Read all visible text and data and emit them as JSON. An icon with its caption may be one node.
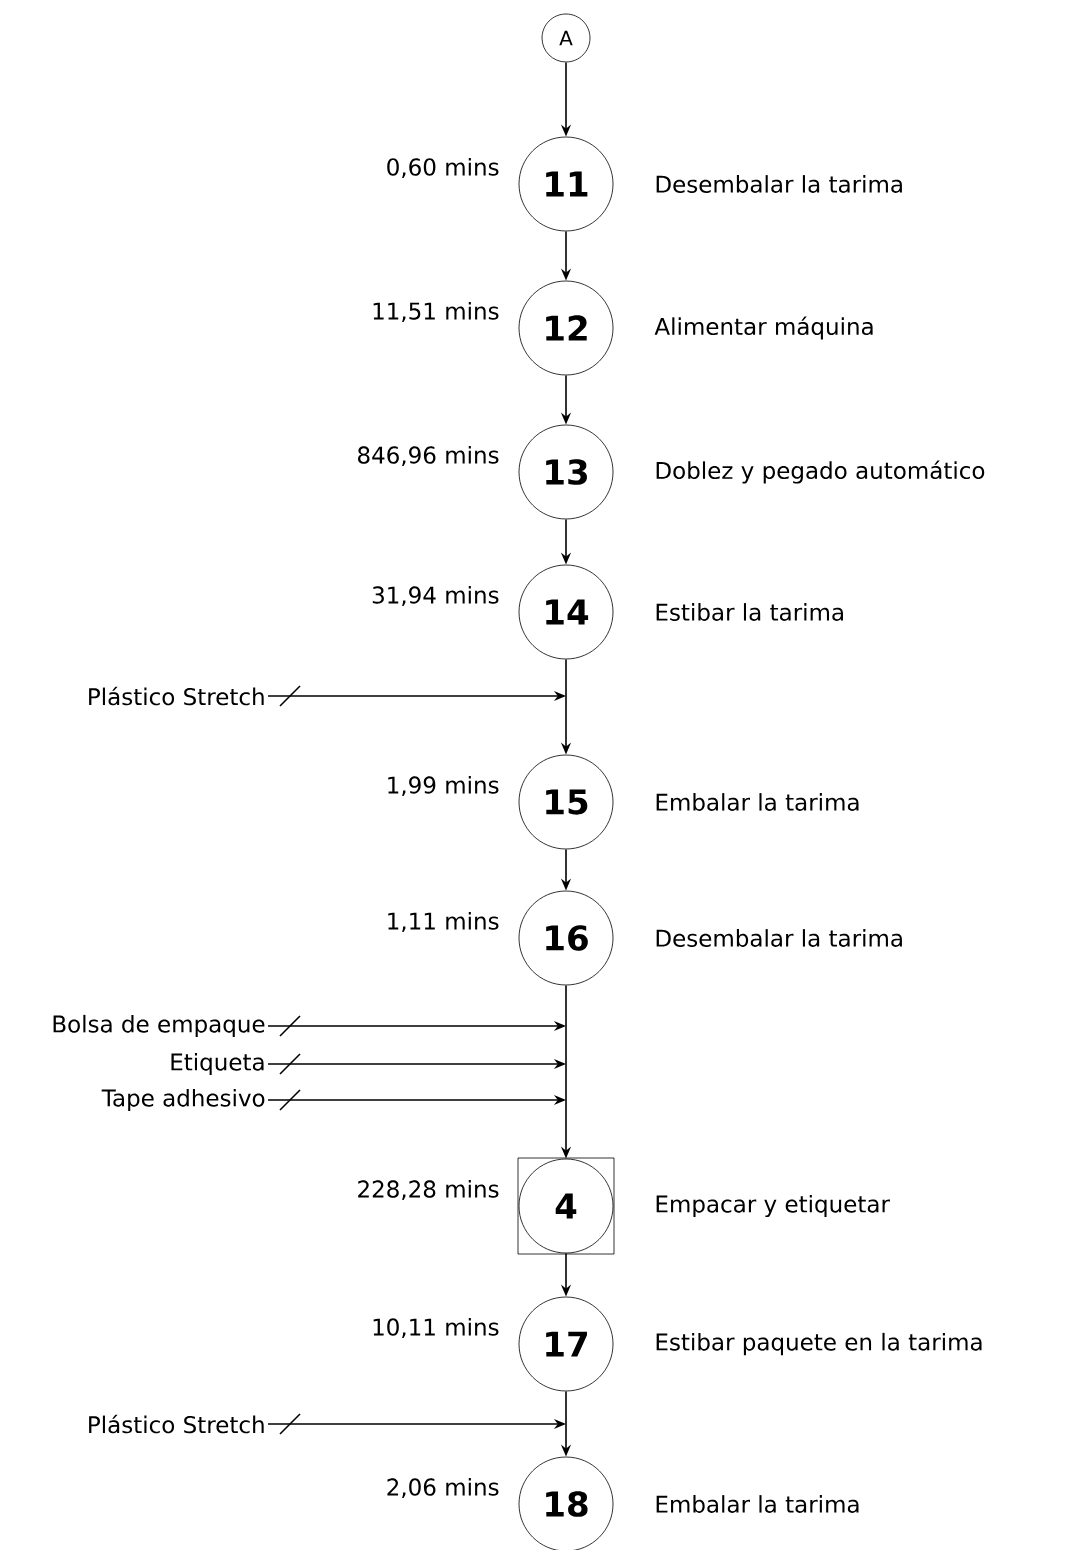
{
  "diagram": {
    "nodes": [
      {
        "text": [
          "A"
        ]
      },
      {
        "text": [
          "11"
        ],
        "beside": [
          "0,60 mins",
          "Desembalar la tarima"
        ]
      },
      {
        "text": [
          "12"
        ],
        "beside": [
          "11,51 mins",
          "Alimentar máquina"
        ]
      },
      {
        "text": [
          "13"
        ],
        "beside": [
          "846,96 mins",
          "Doblez y pegado automático"
        ]
      },
      {
        "text": [
          "14"
        ],
        "beside": [
          "31,94 mins",
          "Estibar la tarima"
        ]
      },
      {
        "text": [
          "Plástico Stretch"
        ]
      },
      {
        "text": [
          "15"
        ],
        "beside": [
          "1,99 mins",
          "Embalar la tarima"
        ]
      },
      {
        "text": [
          "16"
        ],
        "beside": [
          "1,11 mins",
          "Desembalar la tarima"
        ]
      },
      {
        "text": [
          "Bolsa de empaque"
        ]
      },
      {
        "text": [
          "Etiqueta"
        ]
      },
      {
        "text": [
          "Tape adhesivo"
        ]
      },
      {
        "text": [
          "4"
        ],
        "beside": [
          "228,28 mins",
          "Empacar y etiquetar"
        ]
      },
      {
        "text": [
          "17"
        ],
        "beside": [
          "10,11 mins",
          "Estibar paquete en la tarima"
        ]
      },
      {
        "text": [
          "Plástico Stretch"
        ]
      },
      {
        "text": [
          "18"
        ],
        "beside": [
          "2,06 mins",
          "Embalar la tarima"
        ]
      }
    ],
    "edges": [
      {
        "from": 0,
        "to": 1,
        "arrow": "to"
      },
      {
        "from": 1,
        "to": 2,
        "arrow": "to"
      },
      {
        "from": 2,
        "to": 3,
        "arrow": "to"
      },
      {
        "from": 3,
        "to": 4,
        "arrow": "to"
      },
      {
        "from": 4,
        "to": 6,
        "arrow": "to"
      },
      {
        "from": 6,
        "to": 7,
        "arrow": "to"
      },
      {
        "from": 7,
        "to": 11,
        "arrow": "to"
      },
      {
        "from": 11,
        "to": 12,
        "arrow": "to"
      },
      {
        "from": 12,
        "to": 14,
        "arrow": "to"
      },
      {
        "from": 5,
        "to": null,
        "arrow": "to"
      },
      {
        "from": 8,
        "to": null,
        "arrow": "to"
      },
      {
        "from": 9,
        "to": null,
        "arrow": "to"
      },
      {
        "from": 10,
        "to": null,
        "arrow": "to"
      },
      {
        "from": 13,
        "to": null,
        "arrow": "to"
      }
    ]
  }
}
